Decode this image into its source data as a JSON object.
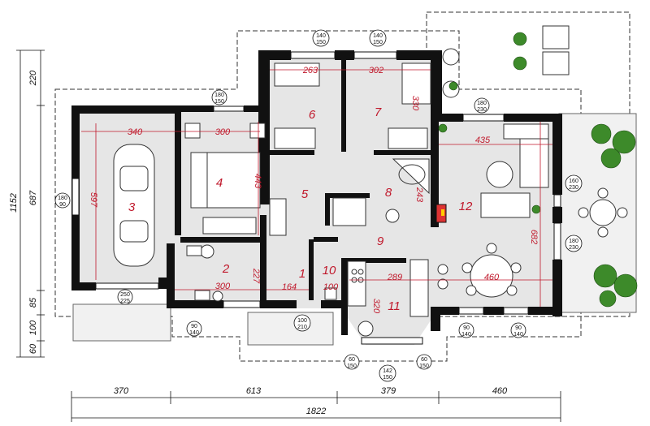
{
  "rooms": [
    {
      "num": "1"
    },
    {
      "num": "2"
    },
    {
      "num": "3"
    },
    {
      "num": "4"
    },
    {
      "num": "5"
    },
    {
      "num": "6"
    },
    {
      "num": "7"
    },
    {
      "num": "8"
    },
    {
      "num": "9"
    },
    {
      "num": "10"
    },
    {
      "num": "11"
    },
    {
      "num": "12"
    }
  ],
  "inner_dims": [
    "263",
    "302",
    "330",
    "340",
    "300",
    "443",
    "597",
    "435",
    "243",
    "227",
    "300",
    "164",
    "100",
    "289",
    "320",
    "460",
    "682"
  ],
  "window_badges": [
    {
      "top": "140",
      "bottom": "150"
    },
    {
      "top": "140",
      "bottom": "150"
    },
    {
      "top": "180",
      "bottom": "150"
    },
    {
      "top": "180",
      "bottom": "230"
    },
    {
      "top": "180",
      "bottom": "90"
    },
    {
      "top": "160",
      "bottom": "230"
    },
    {
      "top": "180",
      "bottom": "230"
    },
    {
      "top": "250",
      "bottom": "225"
    },
    {
      "top": "90",
      "bottom": "140"
    },
    {
      "top": "100",
      "bottom": "210"
    },
    {
      "top": "90",
      "bottom": "140"
    },
    {
      "top": "90",
      "bottom": "140"
    },
    {
      "top": "60",
      "bottom": "150"
    },
    {
      "top": "142",
      "bottom": "150"
    },
    {
      "top": "60",
      "bottom": "150"
    }
  ],
  "outer_dims": {
    "bottom": [
      "370",
      "613",
      "379",
      "460"
    ],
    "total_width": "1822",
    "left_segments": [
      "220",
      "687",
      "85",
      "100",
      "60"
    ],
    "total_height": "1152"
  },
  "colors": {
    "walls": "#111111",
    "floor": "#e6e6e6",
    "dimension_text": "#c0182b",
    "plants": "#3d8a2a"
  }
}
